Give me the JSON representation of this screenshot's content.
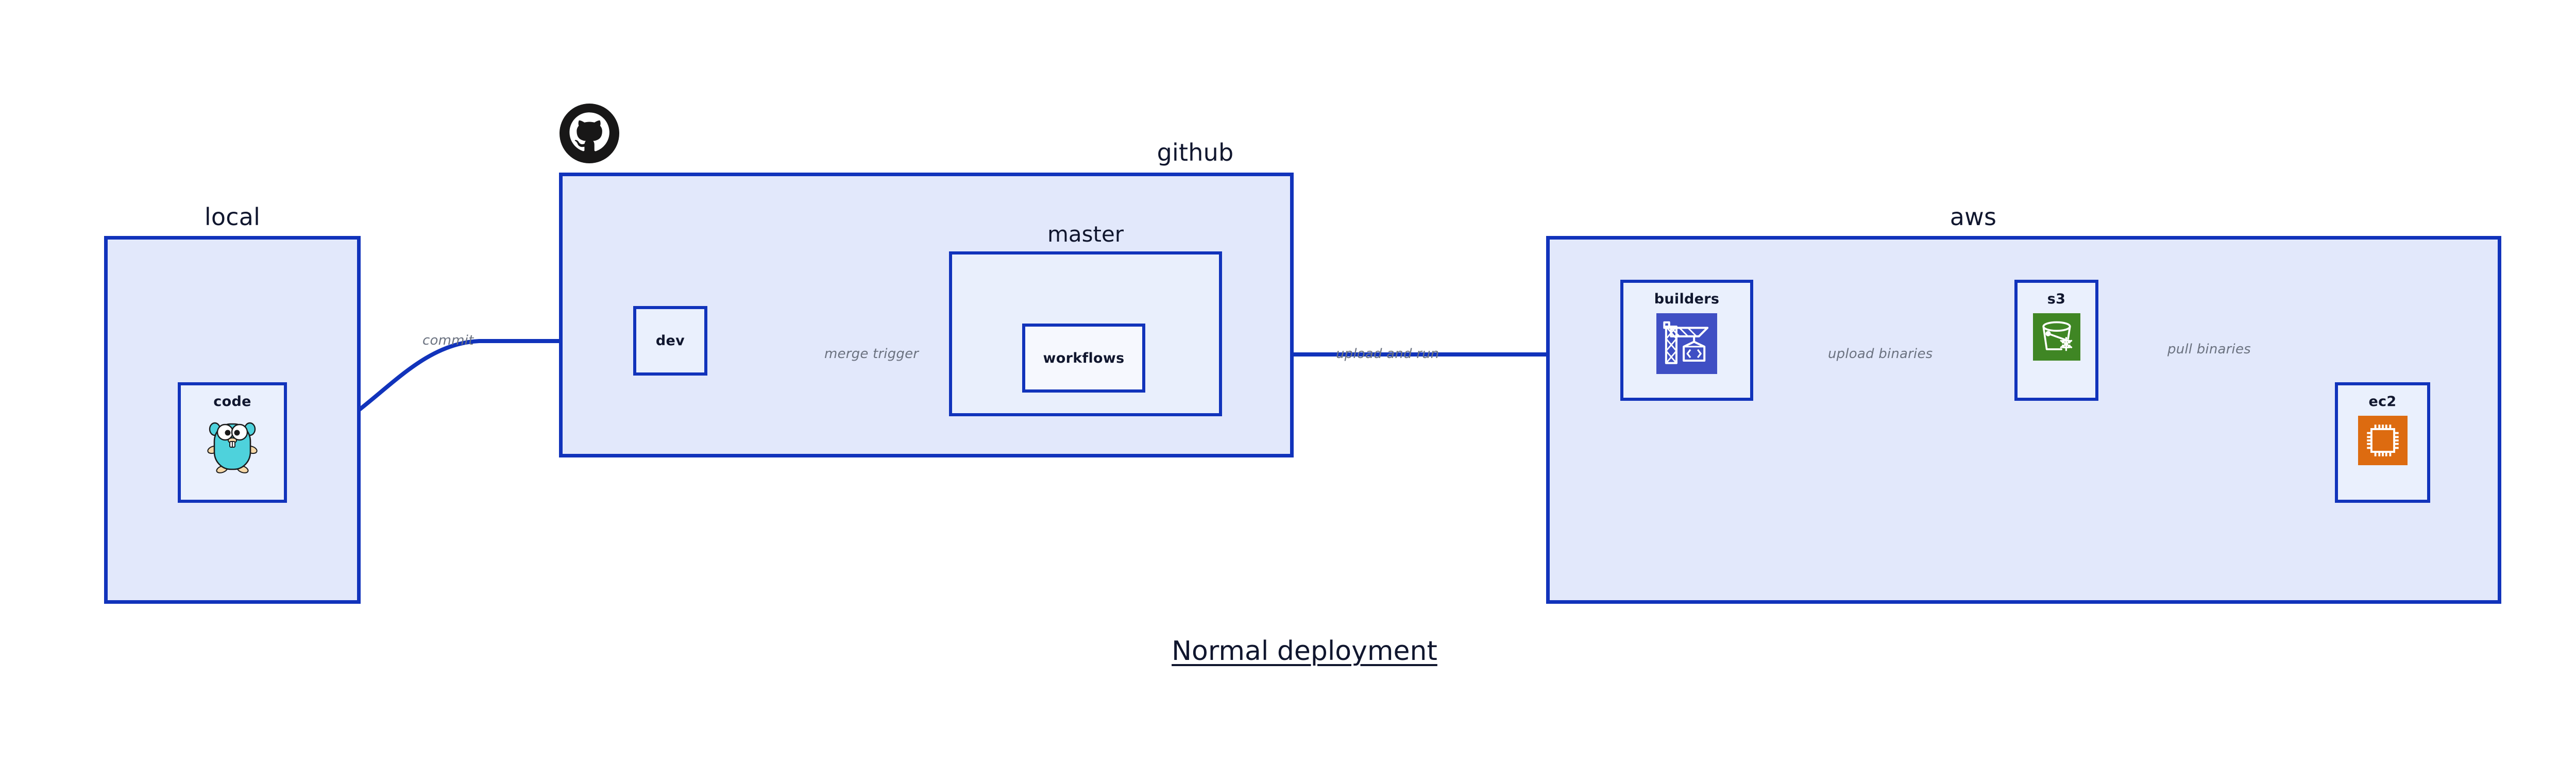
{
  "diagram": {
    "title": "Normal deployment",
    "colors": {
      "edge": "#1133bb",
      "group_border": "#1133bb",
      "group_fill": "#e2e8fb",
      "subgroup_fill": "#e9effc",
      "node_fill": "#eaf0fd",
      "label_text": "#10162e",
      "edge_label_text": "#6b7280",
      "builders_icon": "#3f4fc4",
      "s3_icon": "#3f8624",
      "ec2_icon": "#dd6b10",
      "gopher_body": "#4ed2dc",
      "github_logo": "#181717"
    }
  },
  "groups": {
    "local": {
      "label": "local",
      "nodes": {
        "code": {
          "title": "code",
          "icon": "go-gopher-icon"
        }
      }
    },
    "github": {
      "label": "github",
      "logo_icon": "github-octocat-icon",
      "nodes": {
        "dev": {
          "title": "dev"
        }
      },
      "subgroups": {
        "master": {
          "label": "master",
          "nodes": {
            "workflows": {
              "title": "workflows"
            }
          }
        }
      }
    },
    "aws": {
      "label": "aws",
      "nodes": {
        "builders": {
          "title": "builders",
          "icon": "aws-codebuild-crane-icon"
        },
        "s3": {
          "title": "s3",
          "icon": "aws-s3-glacier-bucket-icon"
        },
        "ec2": {
          "title": "ec2",
          "icon": "aws-ec2-chip-icon"
        }
      }
    }
  },
  "edges": [
    {
      "id": "commit",
      "label": "commit",
      "from": "code",
      "to": "dev"
    },
    {
      "id": "merge-trigger",
      "label": "merge trigger",
      "from": "dev",
      "to": "workflows"
    },
    {
      "id": "upload-and-run",
      "label": "upload and run",
      "from": "workflows",
      "to": "builders"
    },
    {
      "id": "upload-binaries",
      "label": "upload binaries",
      "from": "builders",
      "to": "s3"
    },
    {
      "id": "pull-binaries",
      "label": "pull binaries",
      "from": "s3",
      "to": "ec2"
    }
  ]
}
